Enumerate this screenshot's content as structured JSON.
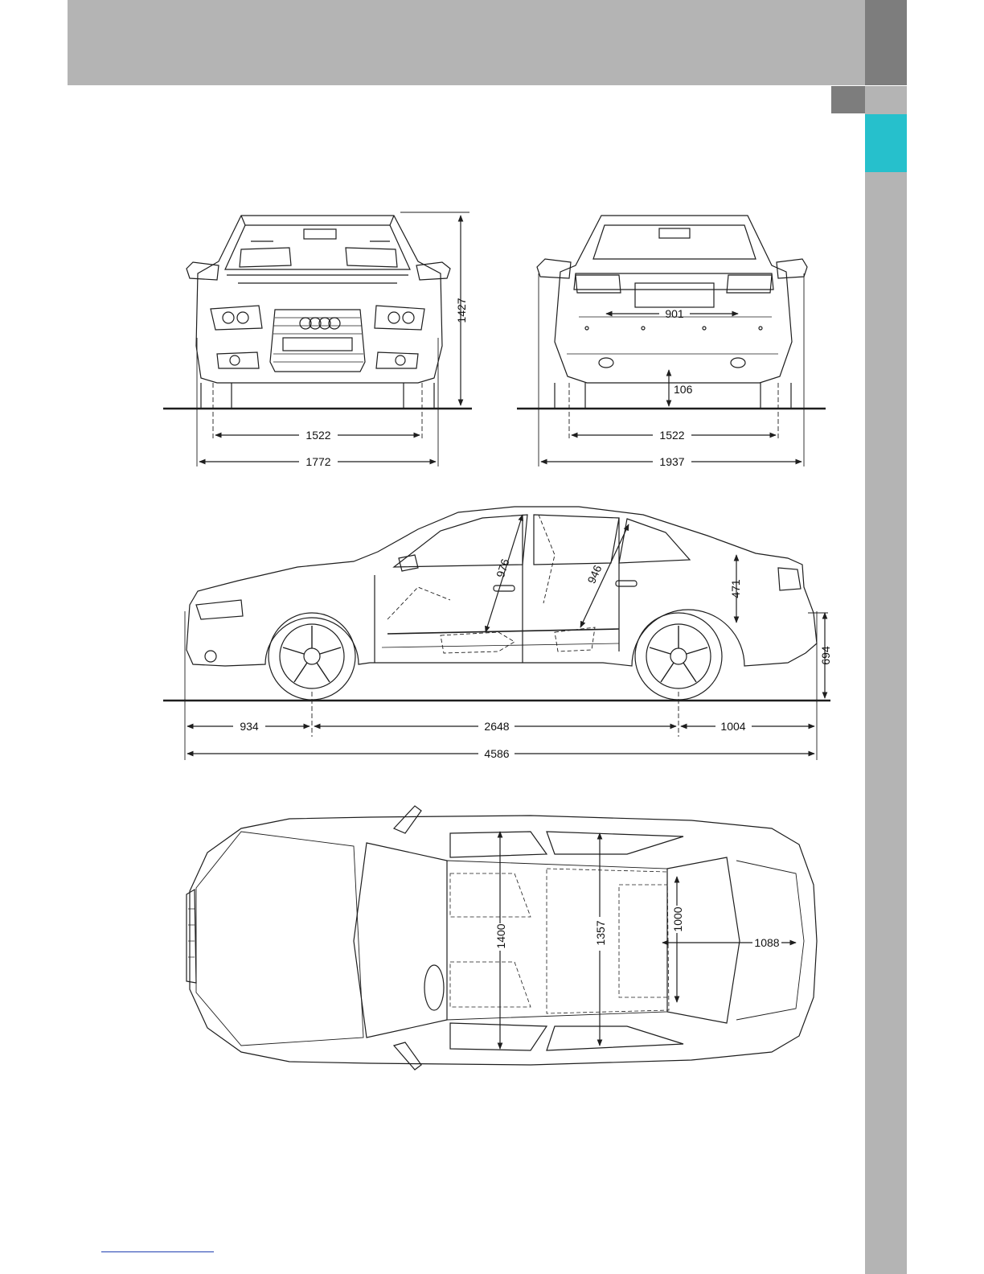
{
  "colors": {
    "header_band": "#b4b4b4",
    "tab_dark": "#7d7d7d",
    "accent": "#26c0cc",
    "line": "#1e1e1e"
  },
  "front_view": {
    "height": "1427",
    "track": "1522",
    "width": "1772"
  },
  "rear_view": {
    "plate_width": "901",
    "ground_clearance": "106",
    "track": "1522",
    "width_with_mirrors": "1937"
  },
  "side_view": {
    "front_headroom": "976",
    "rear_headroom": "946",
    "trunk_opening_height": "471",
    "loading_sill_height": "694",
    "front_overhang": "934",
    "wheelbase": "2648",
    "rear_overhang": "1004",
    "overall_length": "4586"
  },
  "top_view": {
    "front_interior_width": "1400",
    "rear_interior_width": "1357",
    "trunk_width": "1000",
    "trunk_length": "1088"
  }
}
